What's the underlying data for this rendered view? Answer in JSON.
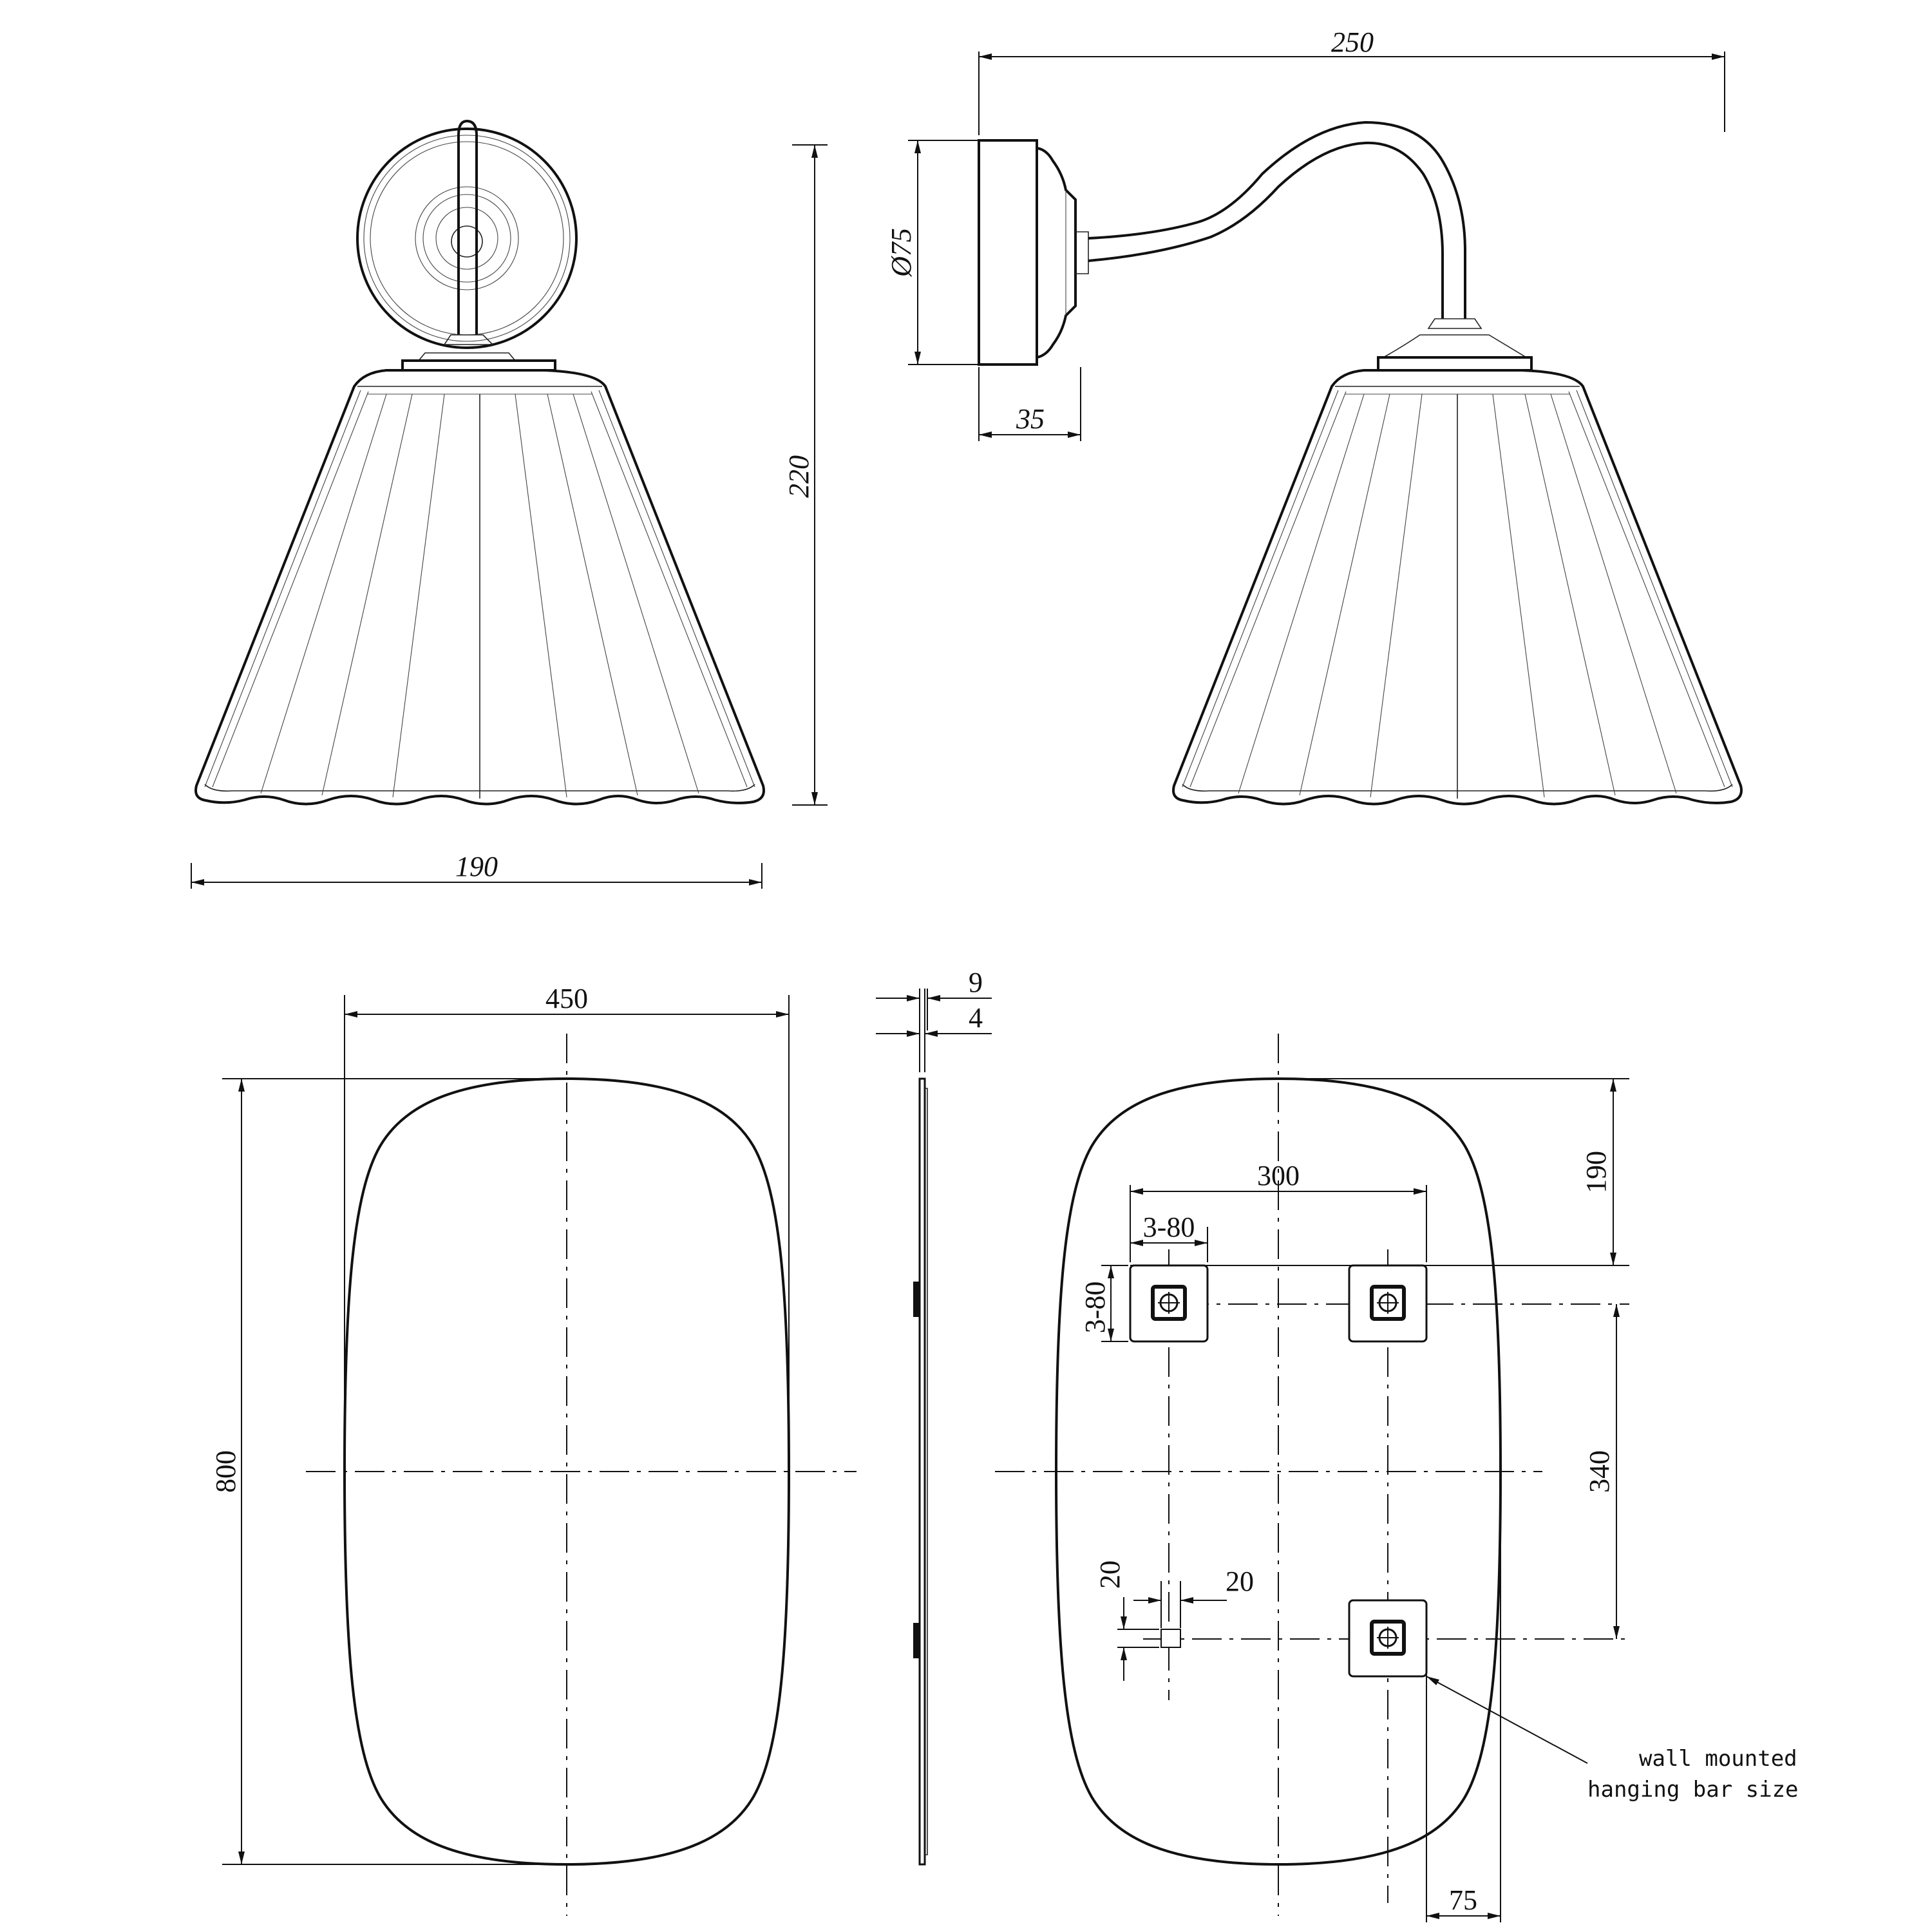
{
  "dimensions": {
    "lamp_width": "190",
    "lamp_height": "220",
    "lamp_projection": "250",
    "backplate_diameter": "Ø75",
    "backplate_depth": "35",
    "mirror_width": "450",
    "mirror_height": "800",
    "mirror_thickness_total": "9",
    "mirror_thickness_glass": "4",
    "bracket_spacing_h": "300",
    "bracket_size_h": "3-80",
    "bracket_size_v": "3-80",
    "top_to_bracket": "190",
    "bracket_spacing_v": "340",
    "hanger_bar_w": "20",
    "hanger_bar_h": "20",
    "bracket_edge_offset": "75"
  },
  "annotation": {
    "line1": "wall mounted",
    "line2": "hanging bar size"
  }
}
